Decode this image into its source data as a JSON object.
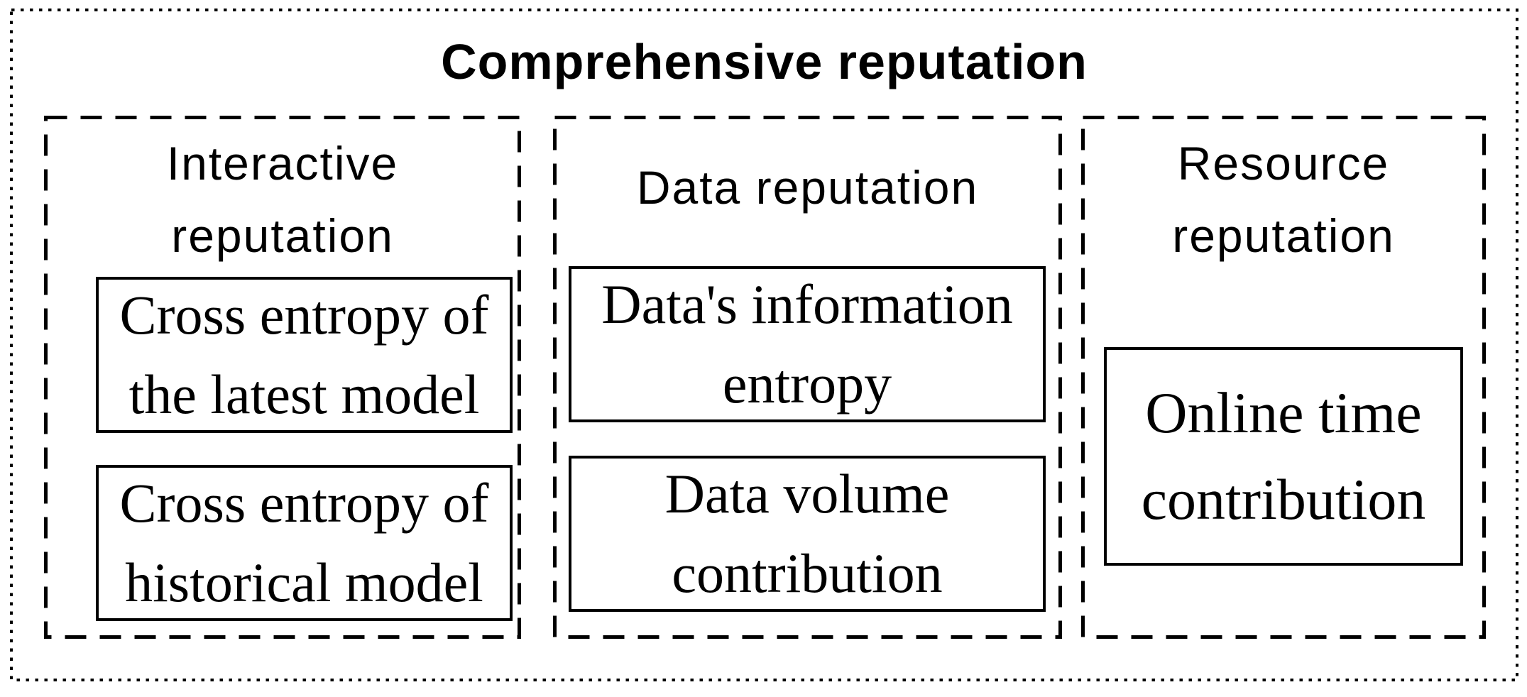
{
  "title": "Comprehensive reputation",
  "colors": {
    "ink": "#000000",
    "background": "#ffffff"
  },
  "borders": {
    "outer_style": "dotted",
    "group_style": "dashed",
    "item_style": "solid"
  },
  "groups": [
    {
      "header_line1": "Interactive",
      "header_line2": "reputation",
      "items": [
        {
          "line1": "Cross entropy of",
          "line2": "the latest model"
        },
        {
          "line1": "Cross entropy of",
          "line2": "historical model"
        }
      ]
    },
    {
      "header_line1": "Data reputation",
      "header_line2": "",
      "items": [
        {
          "line1": "Data's information",
          "line2": "entropy"
        },
        {
          "line1": "Data volume",
          "line2": "contribution"
        }
      ]
    },
    {
      "header_line1": "Resource",
      "header_line2": "reputation",
      "items": [
        {
          "line1": "Online time",
          "line2": "contribution"
        }
      ]
    }
  ]
}
